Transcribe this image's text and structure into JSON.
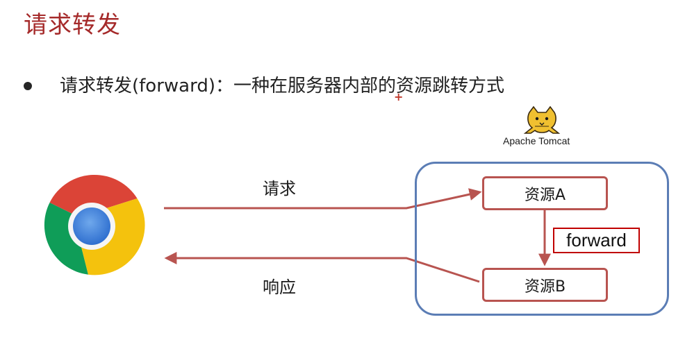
{
  "slide": {
    "title": "请求转发",
    "bullet": "请求转发(forward)：一种在服务器内部的资源跳转方式",
    "cursor_glyph": "+"
  },
  "server": {
    "logo_icon": "tomcat-cat-icon",
    "label": "Apache Tomcat"
  },
  "browser": {
    "icon": "chrome-browser-icon"
  },
  "resources": {
    "a_label": "资源A",
    "b_label": "资源B",
    "forward_label": "forward"
  },
  "arrows": {
    "request_label": "请求",
    "response_label": "响应"
  },
  "colors": {
    "title": "#a52a2a",
    "arrow": "#b85450",
    "server_border": "#5b7db5",
    "forward_border": "#c00000"
  }
}
